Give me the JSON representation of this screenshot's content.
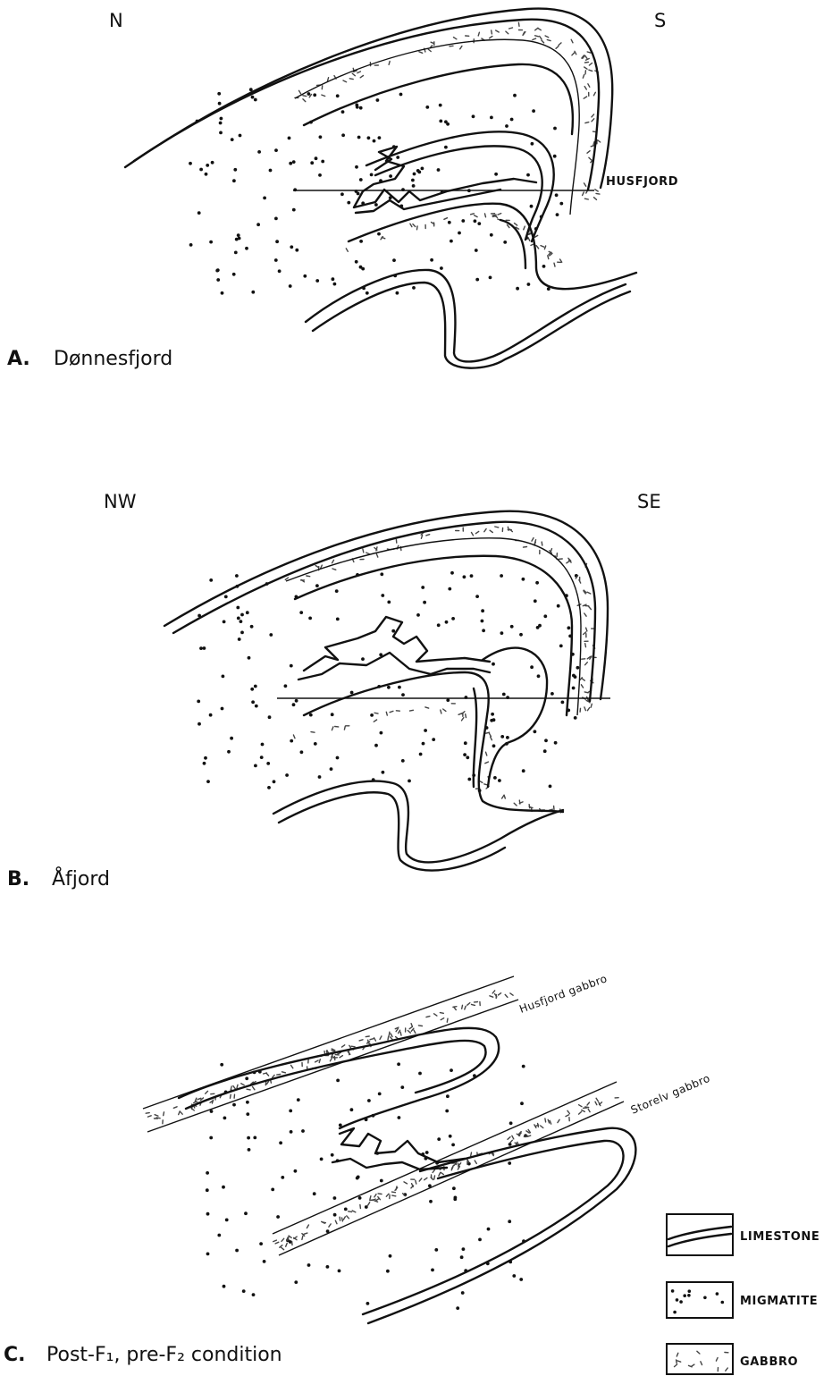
{
  "panelA": {
    "letter": "A.",
    "title": "Dønnesfjord",
    "dir_left": "N",
    "dir_right": "S",
    "annotation": "HUSFJORD"
  },
  "panelB": {
    "letter": "B.",
    "title": "Åfjord",
    "dir_left": "NW",
    "dir_right": "SE"
  },
  "panelC": {
    "letter": "C.",
    "title": "Post-F₁, pre-F₂ condition",
    "label_upper": "Husfjord gabbro",
    "label_lower": "Storelv gabbro"
  },
  "legend": [
    {
      "key": "limestone",
      "label": "LIMESTONE"
    },
    {
      "key": "migmatite",
      "label": "MIGMATITE"
    },
    {
      "key": "gabbro",
      "label": "GABBRO"
    }
  ]
}
